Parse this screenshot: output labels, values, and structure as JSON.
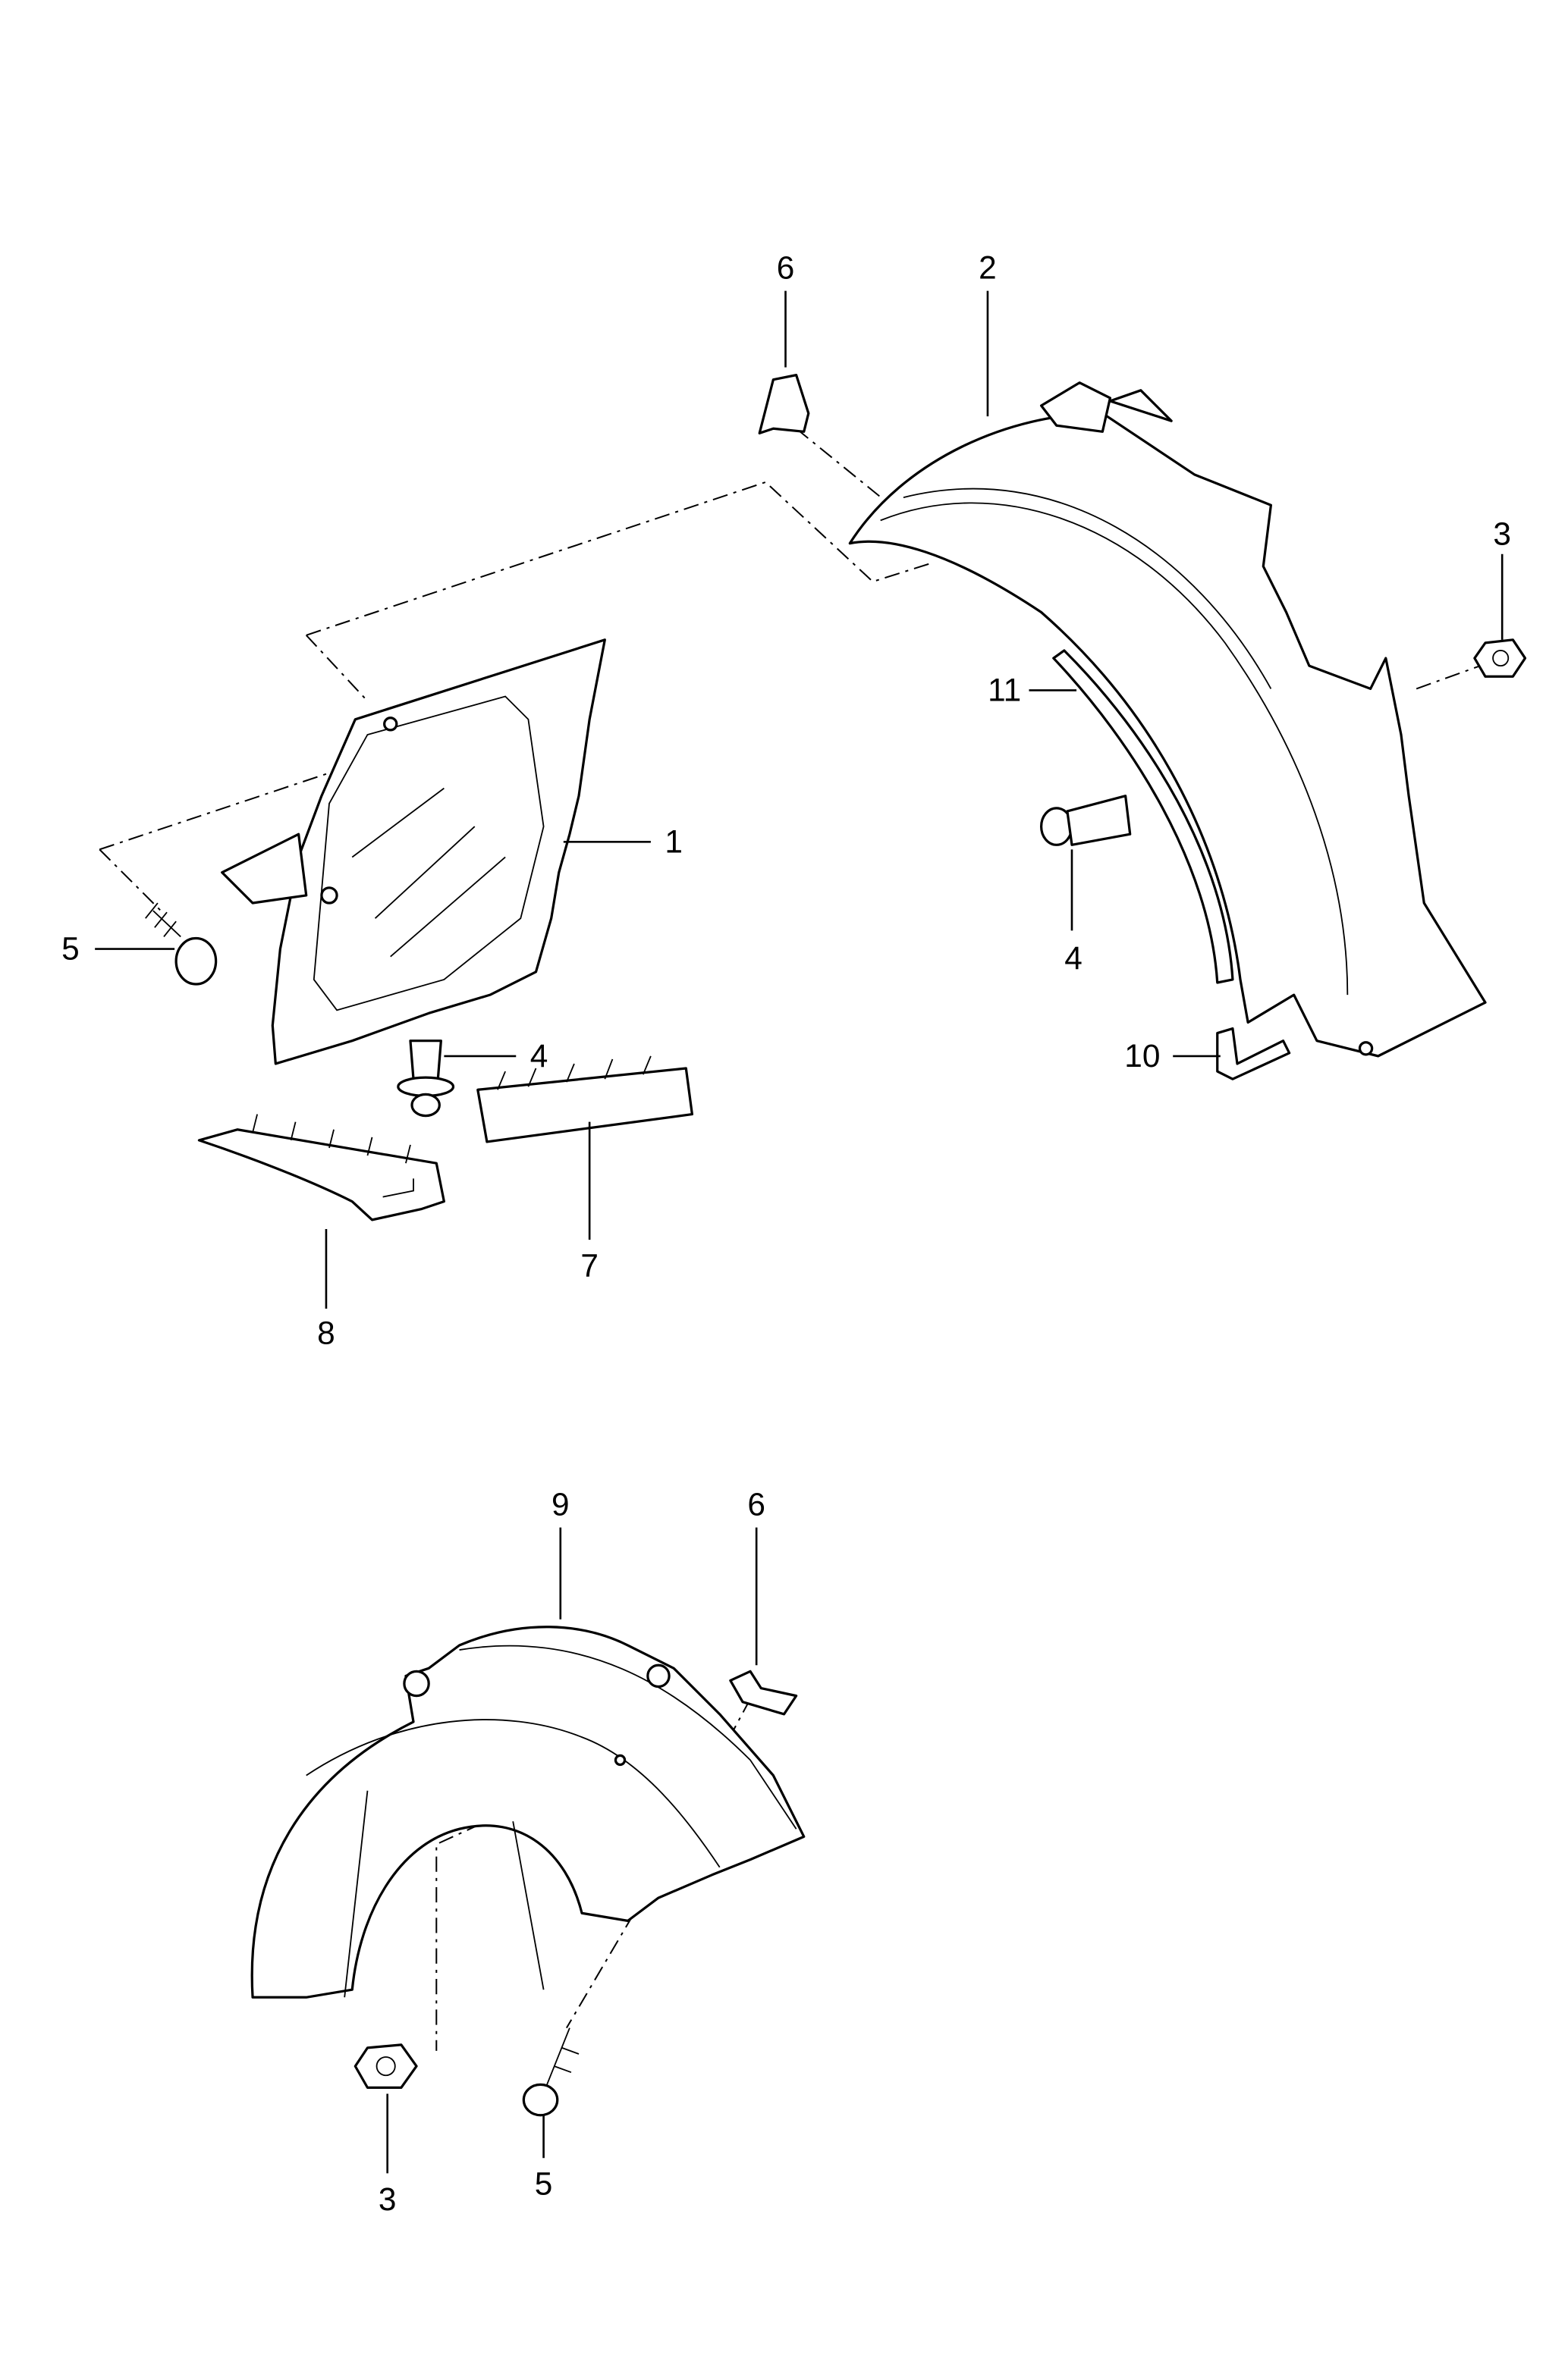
{
  "diagram": {
    "callouts": [
      {
        "id": "c-6-top",
        "label": "6"
      },
      {
        "id": "c-2",
        "label": "2"
      },
      {
        "id": "c-3-top",
        "label": "3"
      },
      {
        "id": "c-11",
        "label": "11"
      },
      {
        "id": "c-1",
        "label": "1"
      },
      {
        "id": "c-5-top",
        "label": "5"
      },
      {
        "id": "c-4-right",
        "label": "4"
      },
      {
        "id": "c-4-left",
        "label": "4"
      },
      {
        "id": "c-10",
        "label": "10"
      },
      {
        "id": "c-7",
        "label": "7"
      },
      {
        "id": "c-8",
        "label": "8"
      },
      {
        "id": "c-9",
        "label": "9"
      },
      {
        "id": "c-6-bottom",
        "label": "6"
      },
      {
        "id": "c-3-bottom",
        "label": "3"
      },
      {
        "id": "c-5-bottom",
        "label": "5"
      }
    ]
  }
}
